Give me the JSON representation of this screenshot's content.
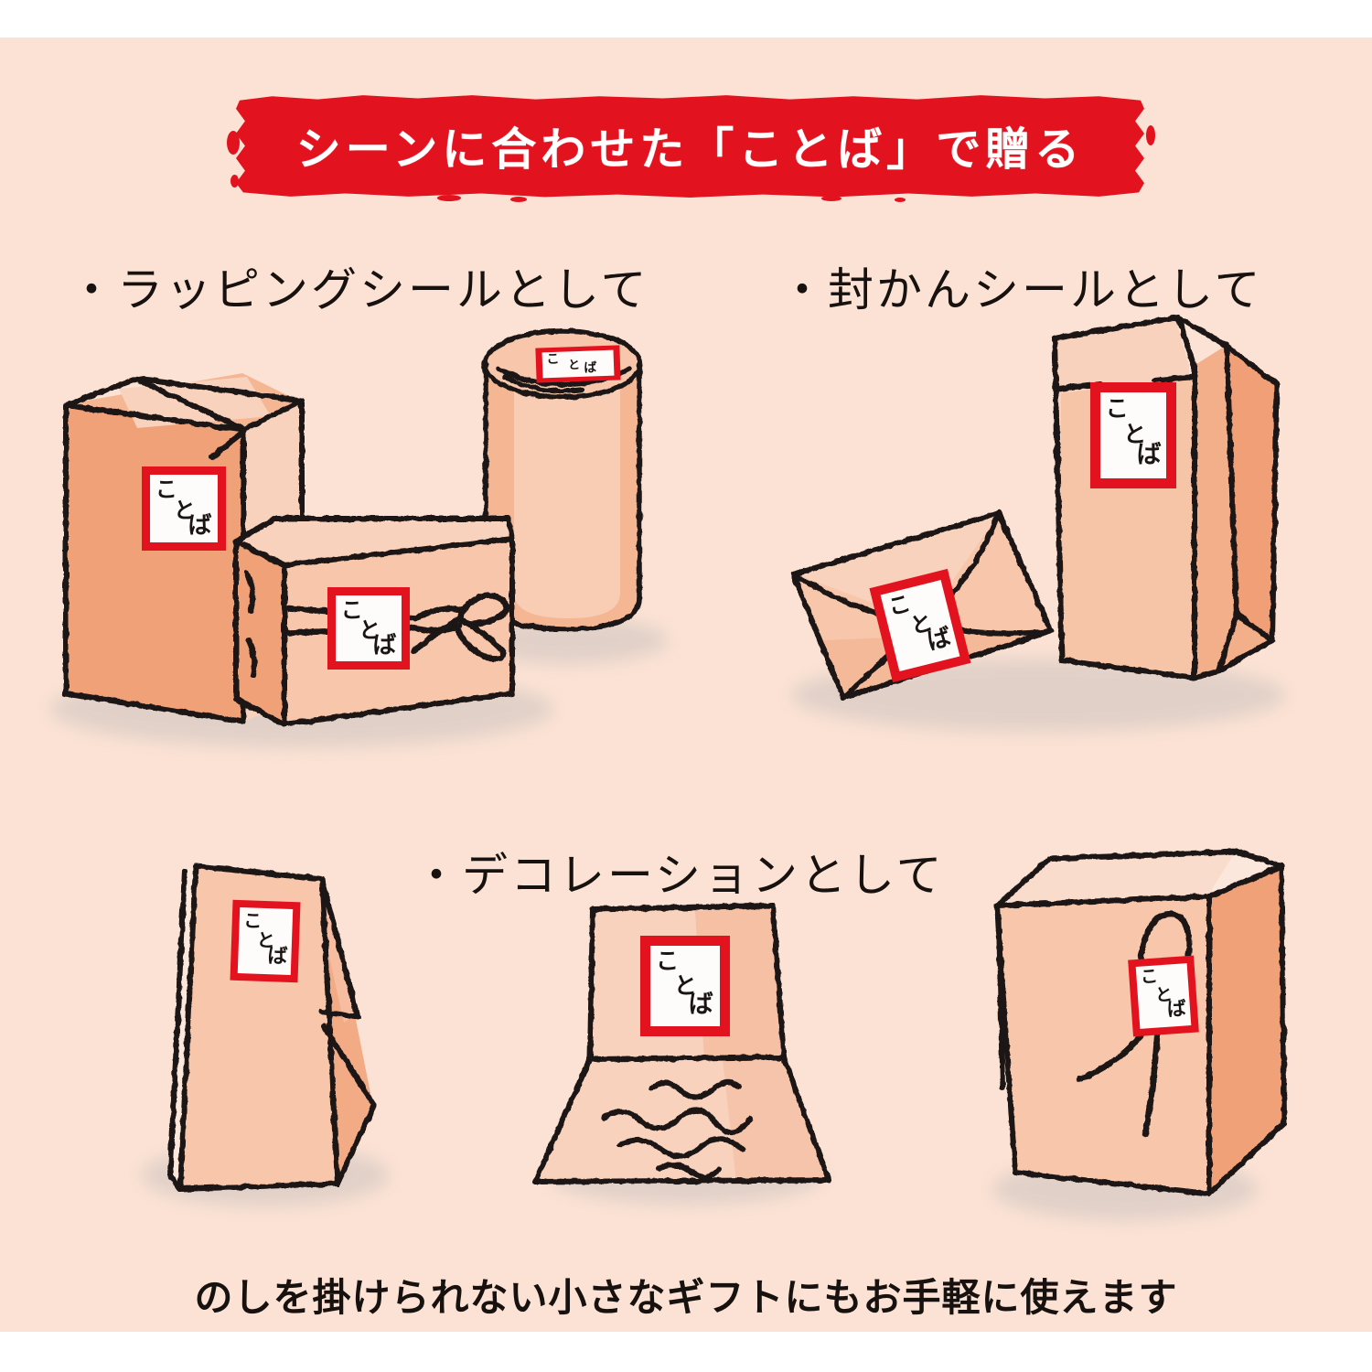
{
  "page": {
    "background_color": "#fbe2d4",
    "accent_red": "#e3121f",
    "ink_color": "#1a1512",
    "paper_fill": "#f7c6ab",
    "paper_fill_light": "#f8d3bf",
    "paper_fill_dark": "#f09f77",
    "shadow_color": "#d9cbc4",
    "outer_color": "#ffffff"
  },
  "banner": {
    "text": "シーンに合わせた「ことば」で贈る",
    "background": "#e3121f",
    "text_color": "#ffffff"
  },
  "sections": [
    {
      "id": "wrapping",
      "bullet": "・",
      "label": "・ラッピングシールとして"
    },
    {
      "id": "seal",
      "bullet": "・",
      "label": "・封かんシールとして"
    },
    {
      "id": "deco",
      "bullet": "・",
      "label": "・デコレーションとして"
    }
  ],
  "footer": {
    "caption": "のしを掛けられない小さなギフトにもお手軽に使えます"
  },
  "sticker": {
    "word": "ことば",
    "glyph_1": "こ",
    "glyph_2": "と",
    "glyph_3": "ば",
    "border_color": "#e3121f",
    "face_color": "#fdfcfa"
  },
  "illustrations": [
    {
      "id": "tall-box",
      "group": "wrapping",
      "name": "tall gift box with kotoba sticker"
    },
    {
      "id": "flat-box-bow",
      "group": "wrapping",
      "name": "flat box tied with ribbon bow"
    },
    {
      "id": "cylinder",
      "group": "wrapping",
      "name": "cylindrical package with sticker on lid"
    },
    {
      "id": "envelope",
      "group": "seal",
      "name": "tilted envelope sealed with sticker"
    },
    {
      "id": "paper-bag",
      "group": "seal",
      "name": "folded paper bag sealed with sticker"
    },
    {
      "id": "standing-card",
      "group": "deco",
      "name": "standing folded card"
    },
    {
      "id": "open-card",
      "group": "deco",
      "name": "open greeting card with handwriting"
    },
    {
      "id": "tag-box",
      "group": "deco",
      "name": "box with hanging tag on string loop"
    }
  ]
}
